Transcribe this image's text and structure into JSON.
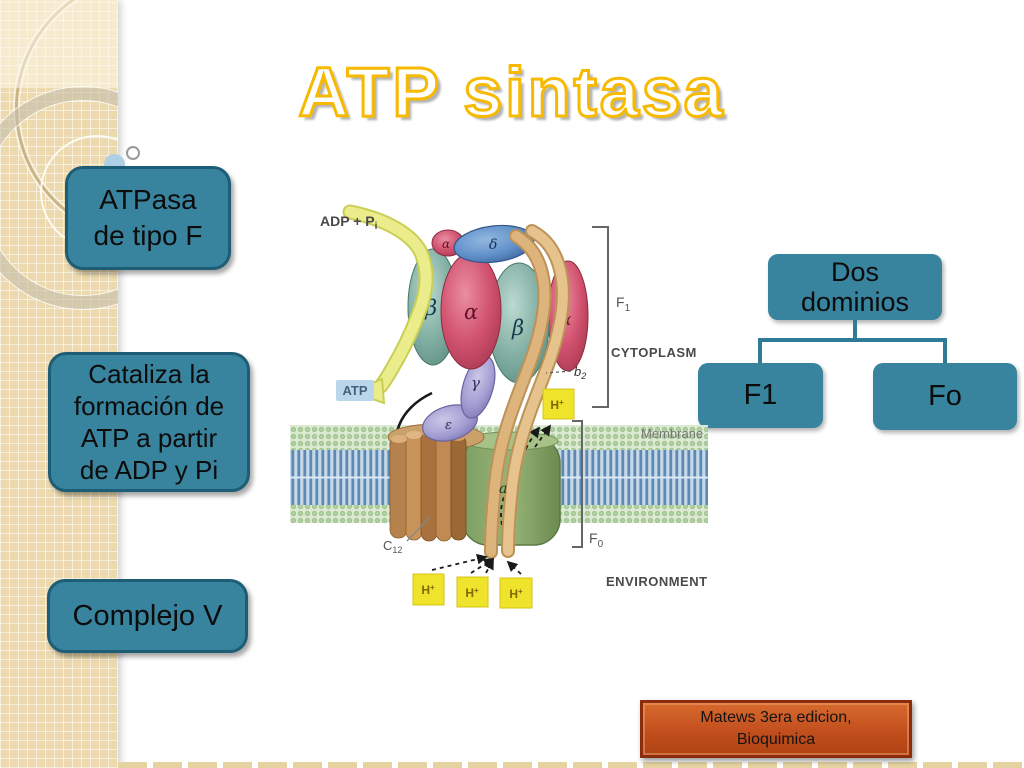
{
  "title": "ATP sintasa",
  "callouts": [
    {
      "lines": [
        "ATPasa",
        "de tipo F"
      ]
    },
    {
      "lines": [
        "Cataliza la",
        "formación de",
        "ATP a partir",
        "de ADP y Pi"
      ]
    },
    {
      "lines": [
        "Complejo V"
      ]
    }
  ],
  "hierarchy": {
    "root": {
      "lines": [
        "Dos",
        "dominios"
      ]
    },
    "children": [
      {
        "label": "F1"
      },
      {
        "label": "Fo"
      }
    ]
  },
  "citation": {
    "lines": [
      "Matews 3era edicion,",
      "Bioquimica"
    ]
  },
  "diagram": {
    "adp": {
      "main": "ADP + P",
      "sub": "i"
    },
    "atp": "ATP",
    "f1": {
      "main": "F",
      "sub": "1"
    },
    "f0": {
      "main": "F",
      "sub": "0"
    },
    "b2": {
      "main": "b",
      "sub": "2"
    },
    "c12": {
      "main": "C",
      "sub": "12"
    },
    "cytoplasm": "CYTOPLASM",
    "membrane": "Membrane",
    "environment": "ENVIRONMENT",
    "proton": {
      "main": "H",
      "sup": "+"
    },
    "subunits": {
      "alpha": "α",
      "beta": "β",
      "delta": "δ",
      "gamma": "γ",
      "epsilon": "ε",
      "a": "a"
    }
  },
  "colors": {
    "callout_teal": "#38839d",
    "callout_border": "#1d5d75",
    "connector_teal": "#2e7b95",
    "citation_orange": "#c24e1d",
    "citation_border": "#8a2c0e",
    "title_yellow": "#f7ba00"
  }
}
